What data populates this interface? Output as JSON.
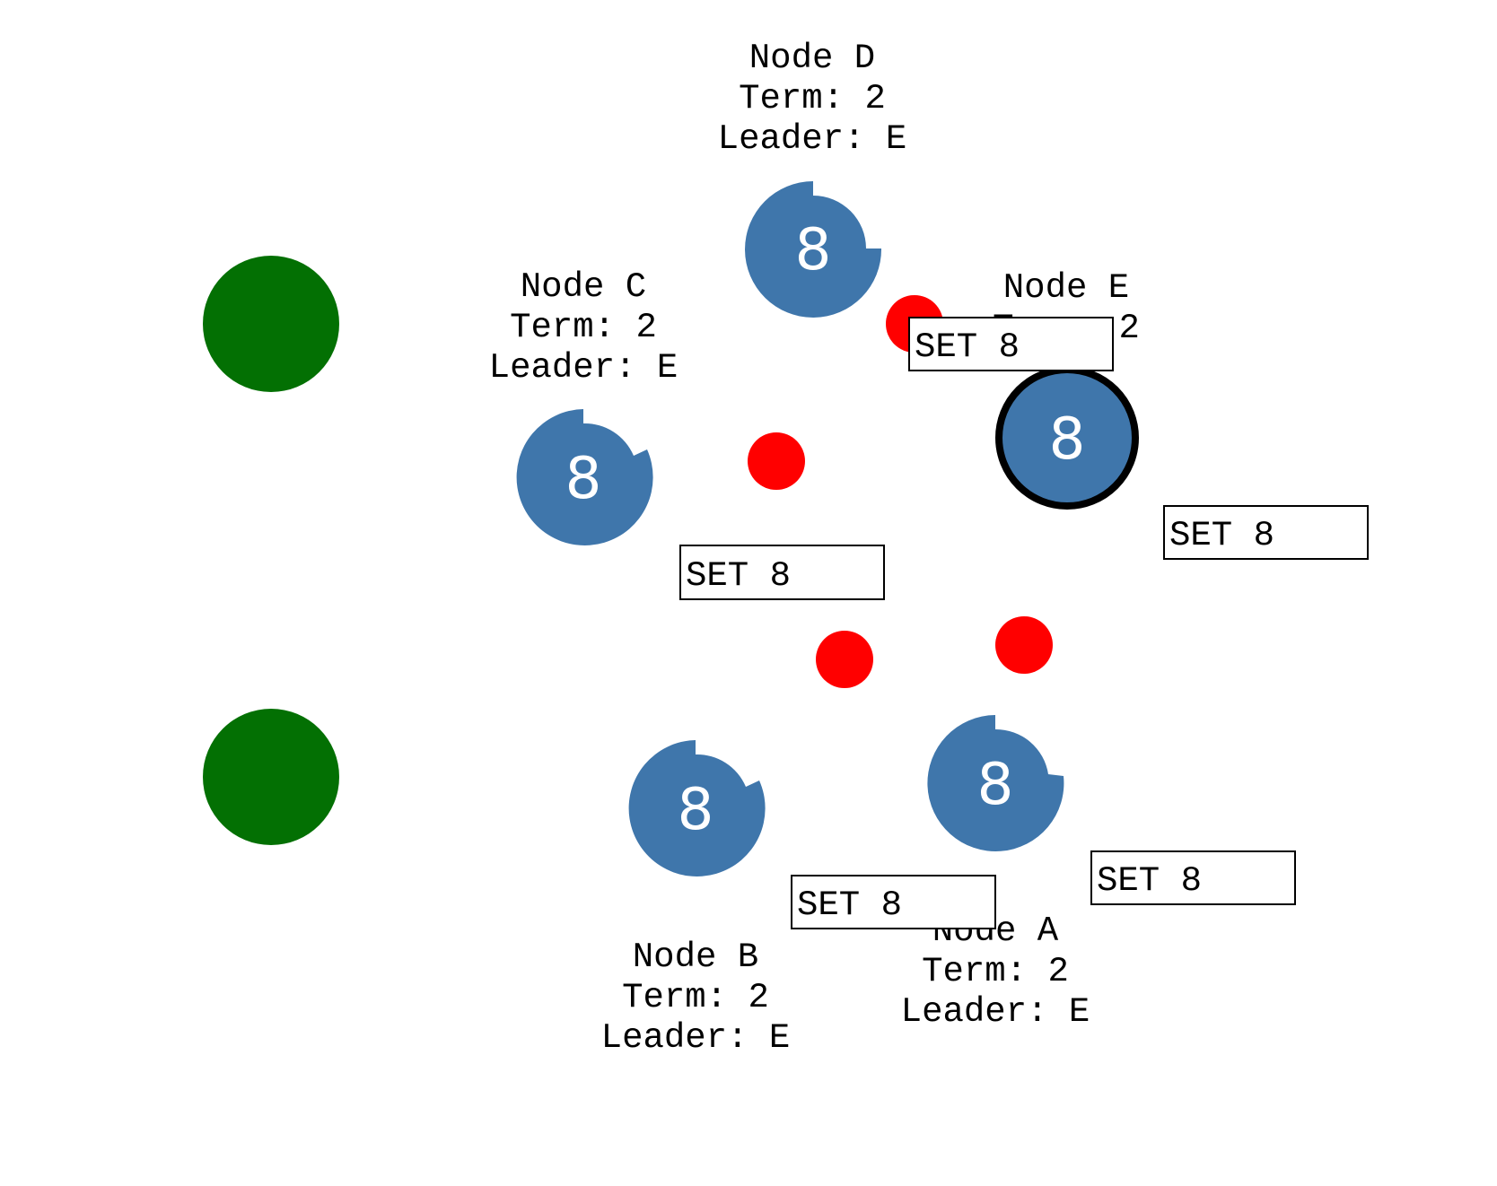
{
  "colors": {
    "node_fill": "#3f76ab",
    "leader_outline": "#000000",
    "client": "#037003",
    "message_dot": "#ff0000",
    "value_text": "#ffffff"
  },
  "clients": [
    {
      "id": "client-1"
    },
    {
      "id": "client-2"
    }
  ],
  "nodes": [
    {
      "id": "D",
      "name": "Node D",
      "term": "Term: 2",
      "leader": "Leader: E",
      "value": "8",
      "is_leader": false
    },
    {
      "id": "C",
      "name": "Node C",
      "term": "Term: 2",
      "leader": "Leader: E",
      "value": "8",
      "is_leader": false
    },
    {
      "id": "E",
      "name": "Node E",
      "term": "Term: 2",
      "leader": "",
      "value": "8",
      "is_leader": true
    },
    {
      "id": "B",
      "name": "Node B",
      "term": "Term: 2",
      "leader": "Leader: E",
      "value": "8",
      "is_leader": false
    },
    {
      "id": "A",
      "name": "Node A",
      "term": "Term: 2",
      "leader": "Leader: E",
      "value": "8",
      "is_leader": false
    }
  ],
  "messages": [
    {
      "id": "m1",
      "text": "SET 8"
    },
    {
      "id": "m2",
      "text": "SET 8"
    },
    {
      "id": "m3",
      "text": "SET 8"
    },
    {
      "id": "m4",
      "text": "SET 8"
    },
    {
      "id": "m5",
      "text": "SET 8"
    }
  ],
  "message_dots": [
    {
      "id": "d1"
    },
    {
      "id": "d2"
    },
    {
      "id": "d3"
    },
    {
      "id": "d4"
    }
  ]
}
